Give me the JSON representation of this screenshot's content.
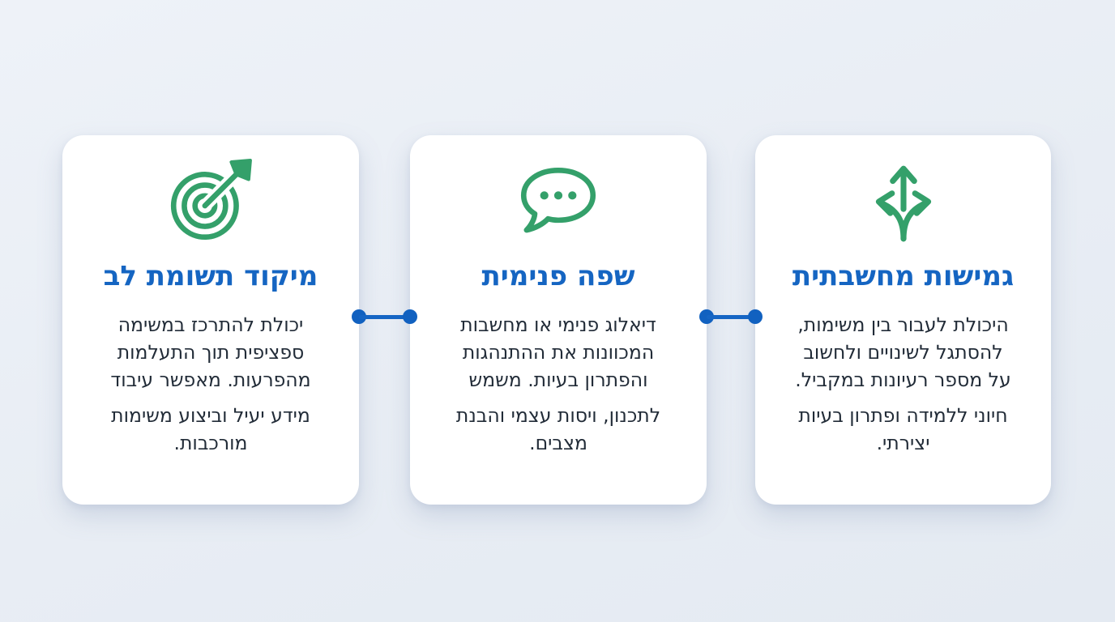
{
  "page": {
    "background": "#e9edf4",
    "language": "he",
    "direction": "rtl"
  },
  "colors": {
    "card_background": "#ffffff",
    "title_blue": "#1565c2",
    "icon_green": "#34a06a",
    "body_text": "#222c38",
    "connector_blue": "#1161c0"
  },
  "cards": [
    {
      "id": "cognitive-flexibility",
      "position": "right",
      "icon": "branching-arrows-icon",
      "title": "גמישות מחשבתית",
      "body_1": "היכולת לעבור בין משימות,\nלהסתגל לשינויים ולחשוב\nעל מספר רעיונות במקביל.",
      "body_2": "חיוני ללמידה ופתרון בעיות\nיצירתי."
    },
    {
      "id": "inner-speech",
      "position": "middle",
      "icon": "speech-bubble-icon",
      "title": "שפה פנימית",
      "body_1": "דיאלוג פנימי או מחשבות\nהמכוונות את ההתנהגות\nוהפתרון בעיות. משמש",
      "body_2": "לתכנון, ויסות עצמי והבנת\nמצבים."
    },
    {
      "id": "focused-attention",
      "position": "left",
      "icon": "target-dart-icon",
      "title": "מיקוד תשומת לב",
      "body_1": "יכולת להתרכז במשימה\nספציפית תוך התעלמות\nמהפרעות. מאפשר עיבוד",
      "body_2": "מידע יעיל וביצוע משימות\nמורכבות."
    }
  ]
}
